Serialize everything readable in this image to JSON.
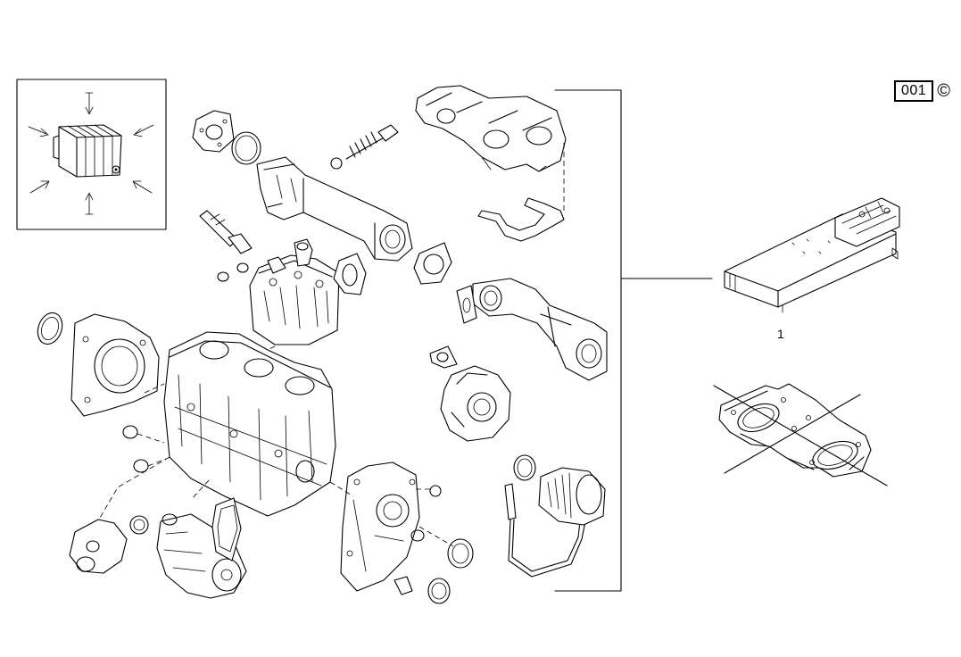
{
  "page": {
    "reference_number": "001",
    "copyright_symbol": "©"
  },
  "callouts": [
    {
      "id": "1",
      "label": "1",
      "part": "gasket-kit-box"
    }
  ],
  "icons": {
    "inset": "storage-orientation-icon",
    "kit": "gasket-kit-box-icon",
    "gasket": "cylinder-head-gasket-icon"
  }
}
